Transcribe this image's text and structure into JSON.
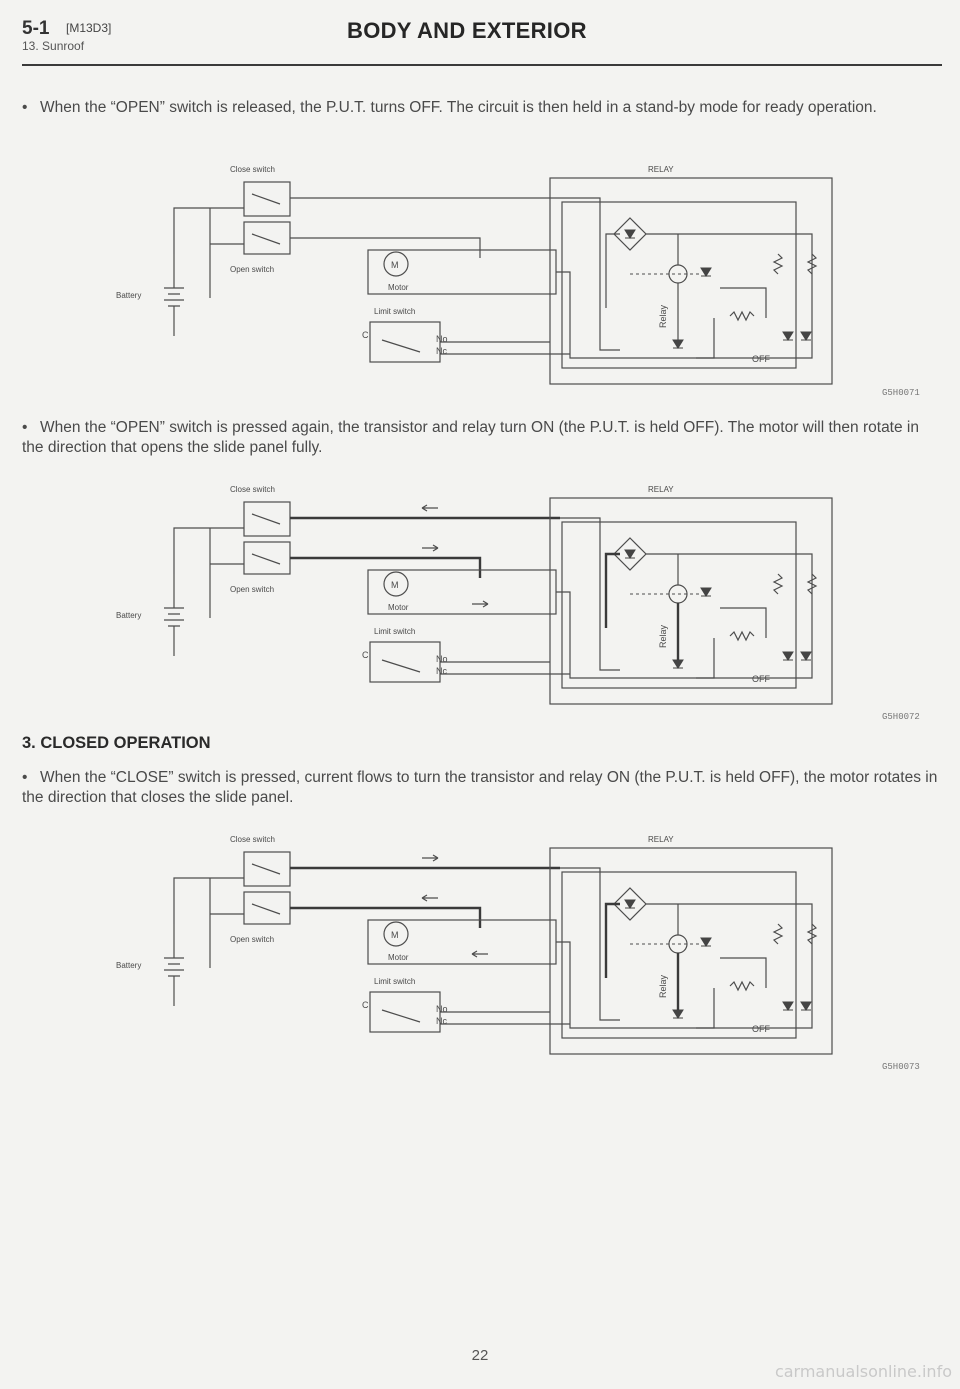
{
  "header": {
    "section": "5-1",
    "code": "[M13D3]",
    "subsection": "13. Sunroof",
    "title": "BODY AND EXTERIOR"
  },
  "paragraphs": [
    {
      "bullet": "•",
      "text": "When the “OPEN” switch is released, the P.U.T. turns OFF. The circuit is then held in a stand-by mode for ready operation."
    },
    {
      "bullet": "•",
      "text": "When the “OPEN” switch is pressed again, the transistor and relay turn ON (the P.U.T. is held OFF). The motor will then rotate in the direction that opens the slide panel fully."
    },
    {
      "bullet": "•",
      "text": "When the “CLOSE” switch is pressed, current flows to turn the transistor and relay ON (the P.U.T. is held OFF), the motor rotates in the direction that closes the slide panel."
    }
  ],
  "section_heading": "3. CLOSED OPERATION",
  "diagram_labels": {
    "close_switch": "Close switch",
    "open_switch": "Open switch",
    "battery": "Battery",
    "motor": "Motor",
    "motor_symbol": "M",
    "limit_switch": "Limit switch",
    "limit_c": "C",
    "limit_no": "No",
    "limit_nc": "Nc",
    "relay_box": "RELAY",
    "relay_vertical": "Relay",
    "off": "OFF"
  },
  "figure_ids": [
    "G5H0071",
    "G5H0072",
    "G5H0073"
  ],
  "page_number": "22",
  "watermark": "carmanualsonline.info"
}
